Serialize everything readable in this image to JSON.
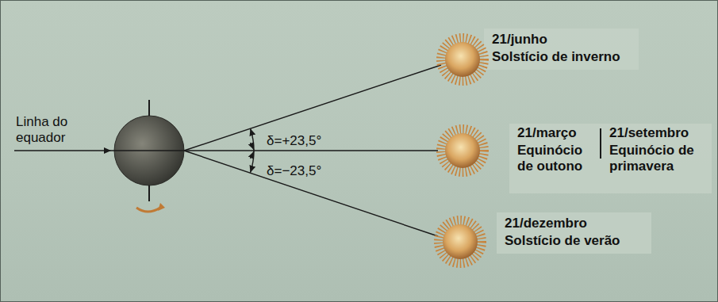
{
  "diagram": {
    "labels": [
      "Linha do equador",
      "δ=+23,5°",
      "δ=−23,5°",
      "21/junho",
      "Solstício de inverno",
      "21/março",
      "Equinócio de outono",
      "21/setembro",
      "Equinócio de primavera",
      "21/dezembro",
      "Solstício de verão"
    ]
  }
}
